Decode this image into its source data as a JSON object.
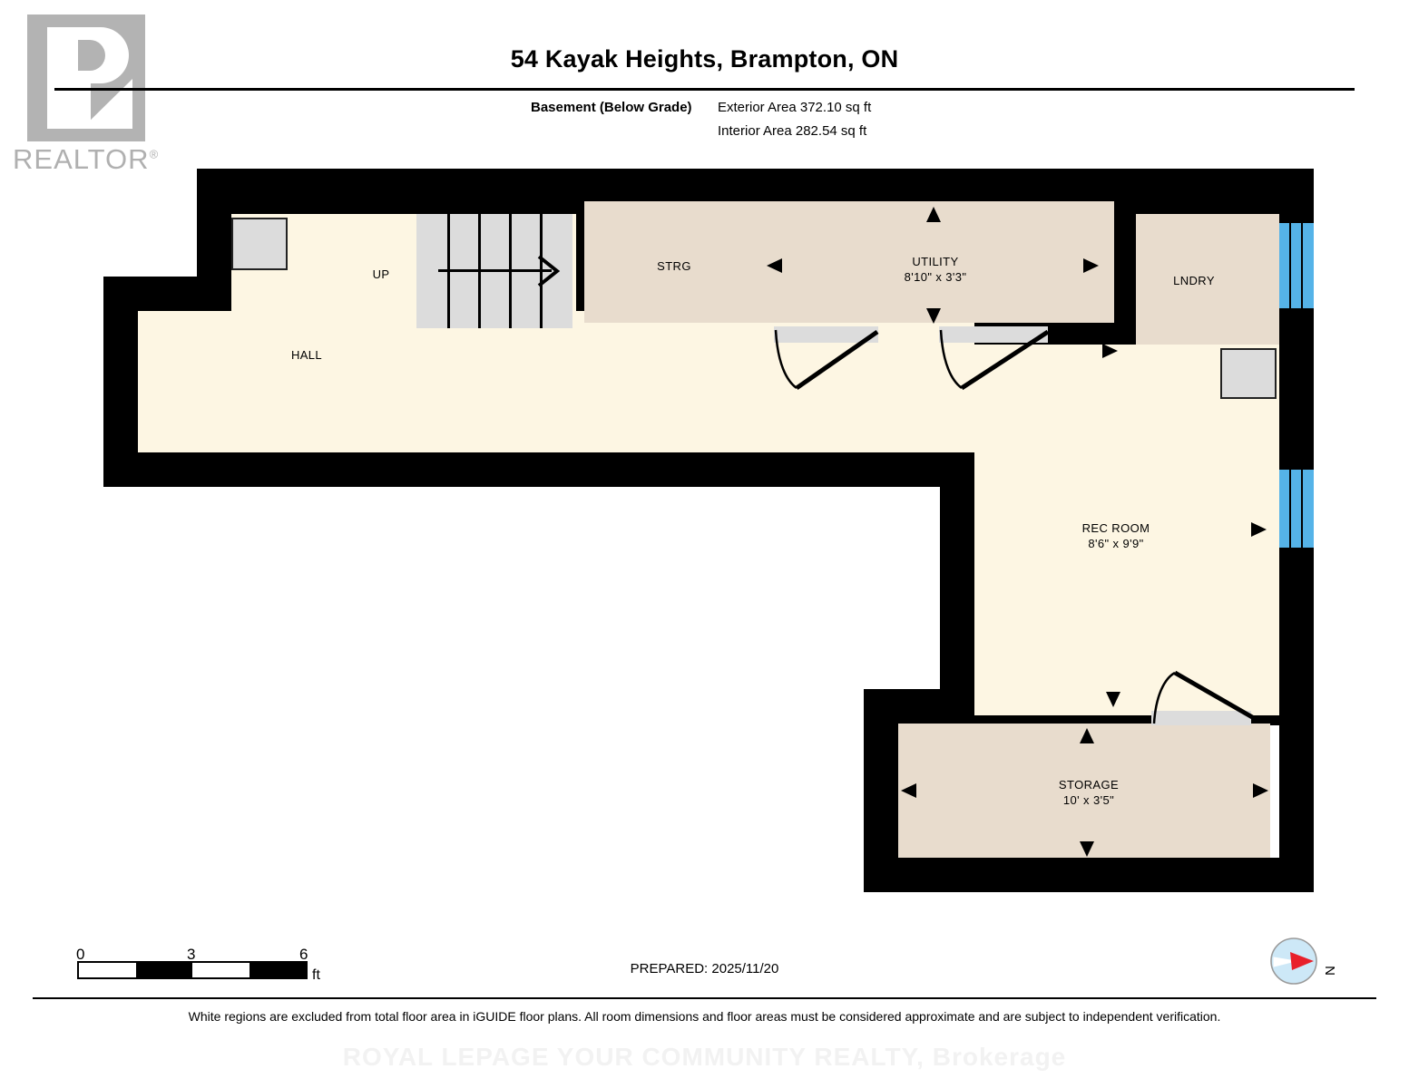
{
  "logo": {
    "brand": "REALTOR",
    "registered": "®"
  },
  "header": {
    "title": "54 Kayak Heights, Brampton, ON",
    "floor_label": "Basement (Below Grade)",
    "exterior_area": "Exterior Area 372.10 sq ft",
    "interior_area": "Interior Area 282.54 sq ft"
  },
  "floorplan": {
    "stairs_label": "UP",
    "rooms": [
      {
        "name": "HALL",
        "dim": ""
      },
      {
        "name": "STRG",
        "dim": ""
      },
      {
        "name": "UTILITY",
        "dim": "8'10\" x 3'3\""
      },
      {
        "name": "LNDRY",
        "dim": ""
      },
      {
        "name": "REC ROOM",
        "dim": "8'6\" x 9'9\""
      },
      {
        "name": "STORAGE",
        "dim": "10' x 3'5\""
      }
    ],
    "colors": {
      "wall": "#000000",
      "floor_cream": "#fdf6e3",
      "floor_beige": "#e8dccd",
      "window_blue": "#55b3e8",
      "stair_grey": "#dcdcdc"
    }
  },
  "footer": {
    "scale_ticks": [
      "0",
      "3",
      "6"
    ],
    "scale_unit": "ft",
    "prepared": "PREPARED: 2025/11/20",
    "compass_label": "N",
    "disclaimer": "White regions are excluded from total floor area in iGUIDE floor plans. All room dimensions and floor areas must be considered approximate and are subject to independent verification.",
    "watermark": "ROYAL LEPAGE YOUR COMMUNITY REALTY, Brokerage"
  }
}
